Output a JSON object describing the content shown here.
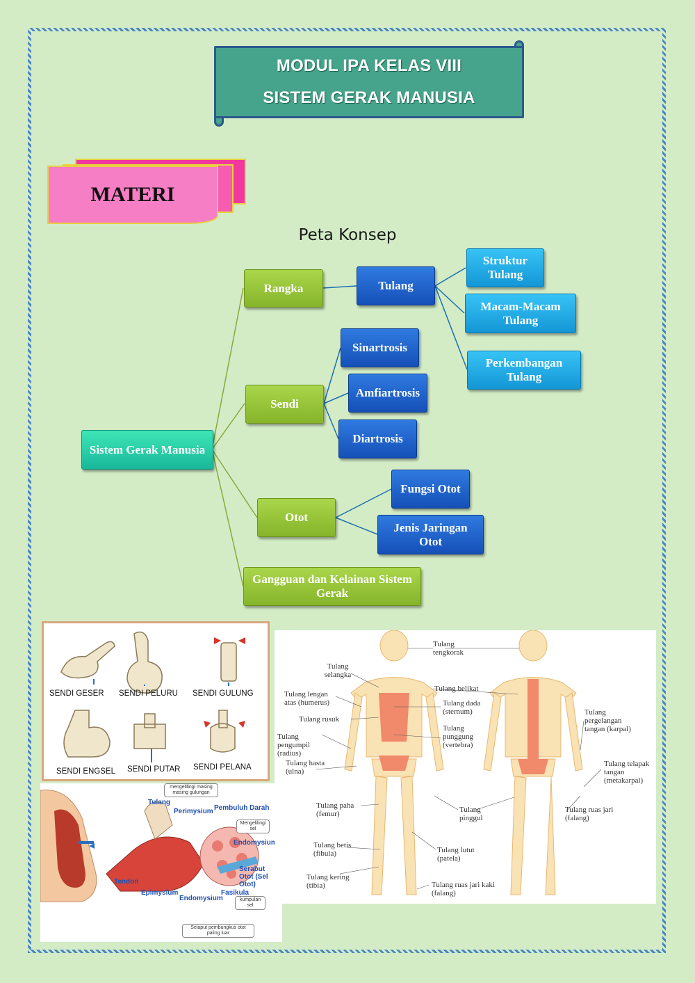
{
  "header": {
    "title_line1": "MODUL IPA KELAS VIII",
    "title_line2": "SISTEM GERAK MANUSIA"
  },
  "section_tag": "MATERI",
  "concept_map": {
    "title": "Peta Konsep",
    "root": "Sistem Gerak Manusia",
    "rangka": "Rangka",
    "tulang": "Tulang",
    "struktur_tulang": "Struktur Tulang",
    "macam_tulang": "Macam-Macam Tulang",
    "perkembangan_tulang": "Perkembangan Tulang",
    "sendi": "Sendi",
    "sinartrosis": "Sinartrosis",
    "amfiartrosis": "Amfiartrosis",
    "diartrosis": "Diartrosis",
    "otot": "Otot",
    "fungsi_otot": "Fungsi Otot",
    "jenis_jaringan_otot": "Jenis Jaringan Otot",
    "gangguan": "Gangguan dan Kelainan Sistem Gerak"
  },
  "sendi_figure": {
    "labels": [
      "SENDI GESER",
      "SENDI PELURU",
      "SENDI GULUNG",
      "SENDI ENGSEL",
      "SENDI PUTAR",
      "SENDI PELANA"
    ]
  },
  "muscle_figure": {
    "tulang": "Tulang",
    "perimysium": "Perimysium",
    "pembuluh_darah": "Pembuluh Darah",
    "endomysium_top": "Endomysium",
    "serabut_otot": "Serabut Otot (Sel Otot)",
    "fasikula": "Fasikula",
    "tendon": "Tendon",
    "epimysium": "Epimysium",
    "endomysium_bottom": "Endomysium",
    "note_perimysium": "mengelilingi masing masing gulungan",
    "note_endomysium": "Mengelilingi sel",
    "note_fasikula": "kumpulan sel",
    "note_epimysium": "Selaput pembungkus otot paling luar"
  },
  "skeleton_figure": {
    "tengkorak": "Tulang tengkorak",
    "selangka": "Tulang selangka",
    "lengan_atas": "Tulang lengan atas (humerus)",
    "rusuk": "Tulang rusuk",
    "pengumpil": "Tulang pengumpil (radius)",
    "hasta": "Tulang hasta (ulna)",
    "paha": "Tulang paha (femur)",
    "betis": "Tulang betis (fibula)",
    "kering": "Tulang kering (tibia)",
    "belikat": "Tulang belikat",
    "dada": "Tulang dada (sternum)",
    "punggung": "Tulang punggung (vertebra)",
    "pinggul": "Tulang pinggul",
    "lutut": "Tulang lutut (patela)",
    "ruas_jari_kaki": "Tulang ruas jari kaki (falang)",
    "pergelangan": "Tulang pergelangan tangan (karpal)",
    "telapak": "Tulang telapak tangan (metakarpal)",
    "ruas_jari": "Tulang ruas jari (falang)"
  },
  "colors": {
    "banner": "#46a48c",
    "tag_pink": "#f57ec4",
    "node_teal": "#25c9a6",
    "node_green": "#94c23a",
    "node_blue": "#1f63cc",
    "node_cyan": "#1fa8e4",
    "connector_green": "#8aa83a",
    "connector_blue": "#1c6fb0"
  }
}
